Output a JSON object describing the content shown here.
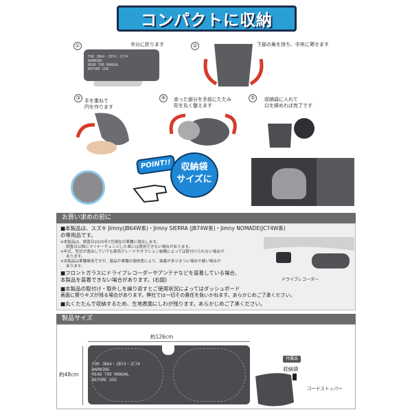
{
  "title": "コンパクトに収納",
  "steps": [
    {
      "num": "①",
      "text": "半分に折ります"
    },
    {
      "num": "②",
      "text": "下部の角を持ち、中央に寄せます"
    },
    {
      "num": "③",
      "text_line1": "手を重ねて",
      "text_line2": "円を作ります"
    },
    {
      "num": "④",
      "text_line1": "余った部分を手前にたたみ",
      "text_line2": "形を丸く整えます"
    },
    {
      "num": "⑤",
      "text_line1": "収納袋に入れて",
      "text_line2": "口を締めれば完了です"
    }
  ],
  "product_print": {
    "line1": "FOR JB64・JB74・JC74",
    "line2": "WARNING",
    "line3": "READ THE MANUAL",
    "line4": "BEFORE USE"
  },
  "point": {
    "badge": "POINT!!",
    "line1": "収納袋",
    "line2": "サイズに"
  },
  "notice": {
    "heading": "お買い求めの前に",
    "lines": [
      "■本製品は、スズキ Jimny(JB64W系)・Jimny SIERRA (JB74W系)・Jimny NOMADE(JC74W系)",
      "の専用品です。",
      "■フロントガラスにドライブレコーダーやアンテナなどを装着している場合、",
      "本製品を装着できない場合があります。(右図)",
      "■本製品の取付け・取外しを繰り返すとご使用状況によってはダッシュボード",
      "表面に擦りキズが残る場合があります。弊社では一切その責任を負いかねます。あらかじめご了承ください。",
      "■丸くたたんで収納するため、生地表面にしわが残ります。あらかじめご了承ください。"
    ],
    "small_lines": [
      "※本製品は、調査日2025年7月現在の車種に適合します。",
      "調査日以降にマイナーチェンジした車には使用できない場合があります。",
      "※年式、型式が適合していても車両グレードやオプション装備によっては取付けられない場合が",
      "あります。",
      "※本製品は車種専用ですが、製品や車種の個体差により、装着が多少きつい場合や緩い場合が",
      "あります。"
    ],
    "drive_recorder_label": "ドライブレコーダー"
  },
  "size": {
    "heading": "製品サイズ",
    "width_label": "約126cm",
    "height_label": "約48cm",
    "accessory_tag": "付属品",
    "accessory_name": "収納袋",
    "cord_stopper": "コードストッパー"
  }
}
